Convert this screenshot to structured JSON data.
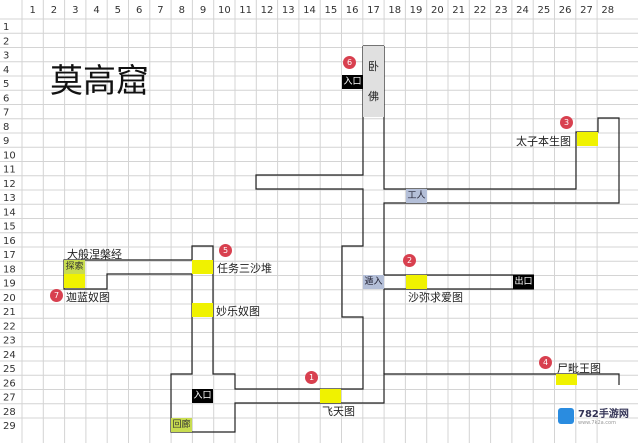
{
  "column_headers": [
    "1",
    "2",
    "3",
    "4",
    "5",
    "6",
    "7",
    "8",
    "9",
    "10",
    "11",
    "12",
    "13",
    "14",
    "15",
    "16",
    "17",
    "18",
    "19",
    "20",
    "21",
    "22",
    "23",
    "24",
    "25",
    "26",
    "27",
    "28"
  ],
  "row_headers": [
    "1",
    "2",
    "3",
    "4",
    "5",
    "6",
    "7",
    "8",
    "9",
    "10",
    "11",
    "12",
    "13",
    "14",
    "15",
    "16",
    "17",
    "18",
    "19",
    "20",
    "21",
    "22",
    "23",
    "24",
    "25",
    "26",
    "27",
    "28",
    "29"
  ],
  "title": "莫高窟",
  "buddha": {
    "line1": "卧",
    "line2": "佛"
  },
  "cells": {
    "entrance_top": "入口",
    "entrance_bottom": "入口",
    "exit": "出口",
    "enter": "遁入",
    "worker": "工人",
    "explore": "探索",
    "corridor": "回廊"
  },
  "labels": {
    "sutra": "大般涅槃经",
    "task_sand": "任务三沙堆",
    "jialan": "迦蓝奴图",
    "miaole": "妙乐奴图",
    "feitian": "飞天图",
    "shami": "沙弥求爱图",
    "shipi": "尸毗王图",
    "taizi": "太子本生图"
  },
  "markers": [
    "1",
    "2",
    "3",
    "4",
    "5",
    "6",
    "7"
  ],
  "watermark": {
    "name": "782手游网",
    "url": "www.7k2a.com"
  },
  "colors": {
    "highlight": "#f0f200",
    "marker": "#d8404f",
    "wall": "#222222"
  }
}
